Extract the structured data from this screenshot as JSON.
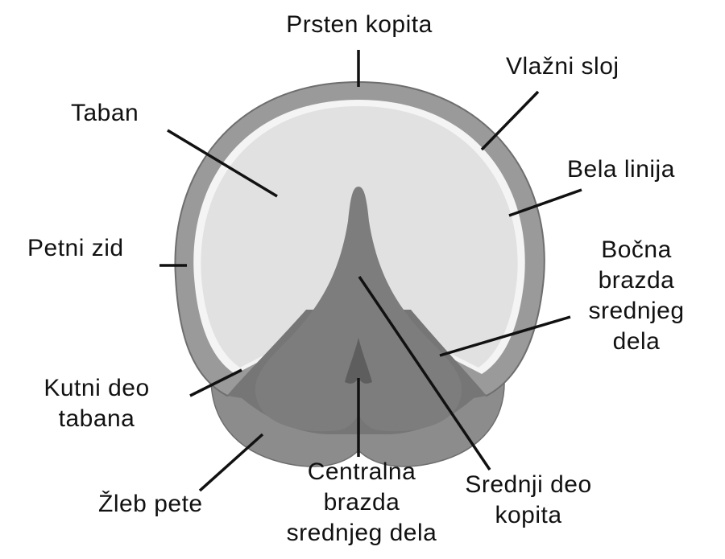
{
  "colors": {
    "background": "#ffffff",
    "outer_wall": "#9a9a9a",
    "outer_wall_stroke": "#6e6e6e",
    "white_line": "#f4f4f4",
    "sole": "#e1e1e1",
    "frog": "#7d7d7d",
    "frog_dark": "#5e5e5e",
    "heel_bulbs": "#8c8c8c",
    "heel_shadow": "#767676",
    "leader": "#111111",
    "text": "#111111"
  },
  "labels": {
    "coronary_band": "Prsten kopita",
    "moisture_layer": "Vlažni sloj",
    "sole": "Taban",
    "white_line": "Bela linija",
    "heel_wall": "Petni zid",
    "lateral_groove": [
      "Bočna",
      "brazda",
      "srednjeg",
      "dela"
    ],
    "seat_of_corn": [
      "Kutni deo",
      "tabana"
    ],
    "heel_bulb_groove": "Žleb pete",
    "central_groove": [
      "Centralna",
      "brazda",
      "srednjeg dela"
    ],
    "frog": [
      "Srednji deo",
      "kopita"
    ]
  }
}
